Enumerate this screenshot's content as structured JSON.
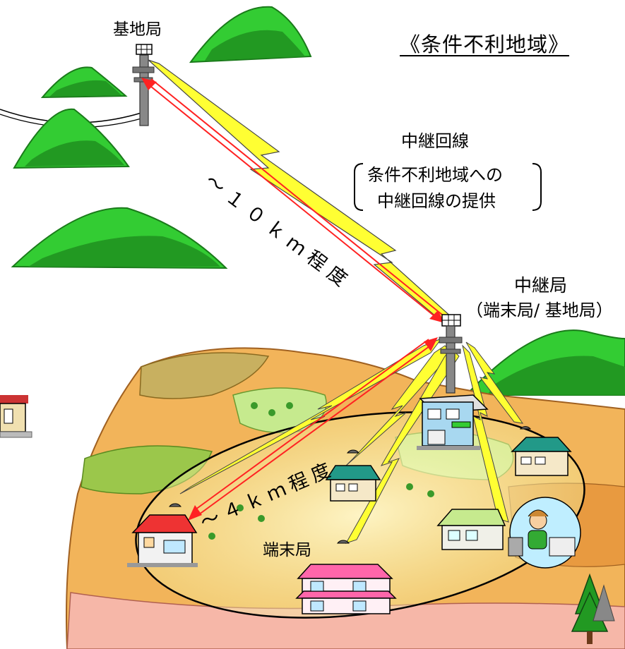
{
  "title": "《条件不利地域》",
  "base_station_label": "基地局",
  "relay_line": {
    "label": "中継回線",
    "description_line1": "条件不利地域への",
    "description_line2": "中継回線の提供"
  },
  "relay_station": {
    "label": "中継局",
    "role": "（端末局/ 基地局）"
  },
  "distance_long": "～１０ｋｍ程度",
  "distance_short": "～４ｋｍ程度",
  "terminal_label": "端末局",
  "colors": {
    "mountain": "#33cc33",
    "lightning": "#ffff33",
    "link_arrow": "#ff2222",
    "field_orange": "#f2b45a",
    "field_green": "#c6ea8e",
    "field_pink": "#f6b7a8"
  }
}
